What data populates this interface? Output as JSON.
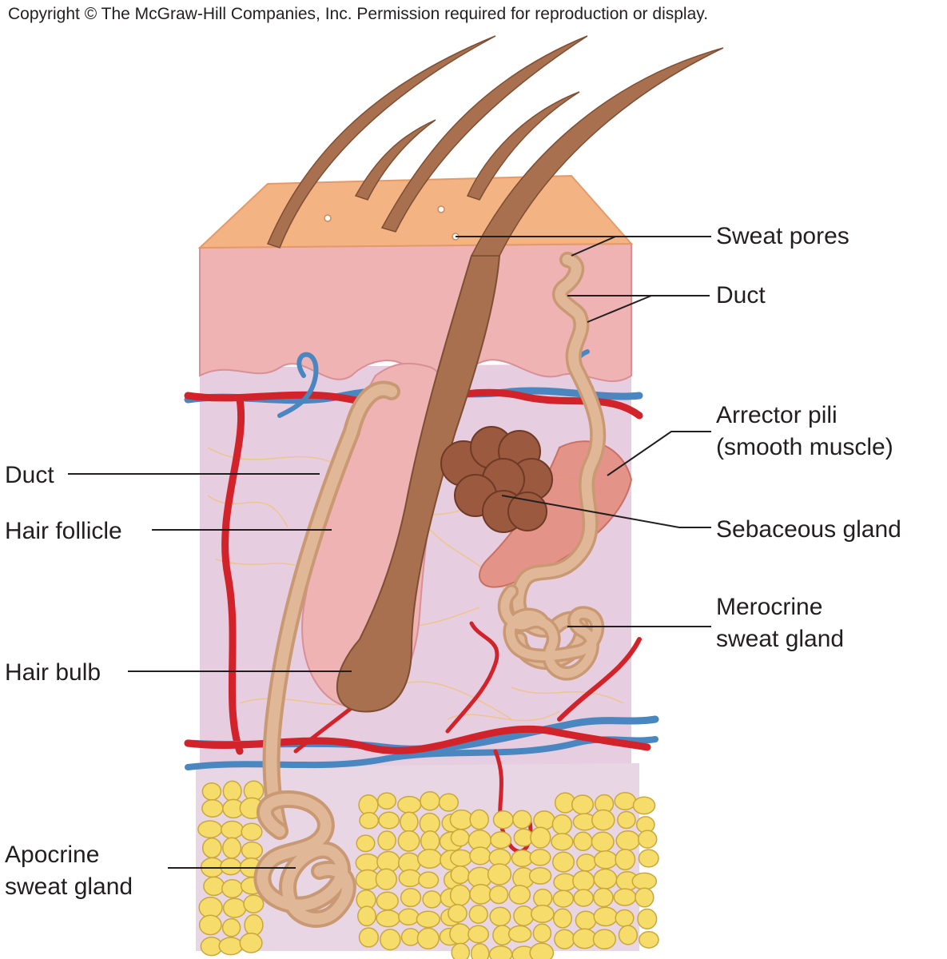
{
  "copyright": "Copyright © The McGraw-Hill Companies, Inc. Permission required for reproduction or display.",
  "labels": {
    "sweat_pores": "Sweat pores",
    "duct_right": "Duct",
    "arrector_line1": "Arrector pili",
    "arrector_line2": "(smooth muscle)",
    "sebaceous": "Sebaceous gland",
    "merocrine_line1": "Merocrine",
    "merocrine_line2": "sweat gland",
    "duct_left": "Duct",
    "hair_follicle": "Hair follicle",
    "hair_bulb": "Hair bulb",
    "apocrine_line1": "Apocrine",
    "apocrine_line2": "sweat gland"
  },
  "colors": {
    "epidermis_top": "#f4b383",
    "epidermis": "#efb3b4",
    "dermis": "#e6cde0",
    "hypodermis_fat": "#f6dc6a",
    "hair": "#a8704e",
    "artery": "#d2232a",
    "vein": "#4a86c0",
    "gland": "#e1b897",
    "sebaceous": "#9b5a3f",
    "muscle": "#e48a7a",
    "leader_line": "#231f20"
  }
}
